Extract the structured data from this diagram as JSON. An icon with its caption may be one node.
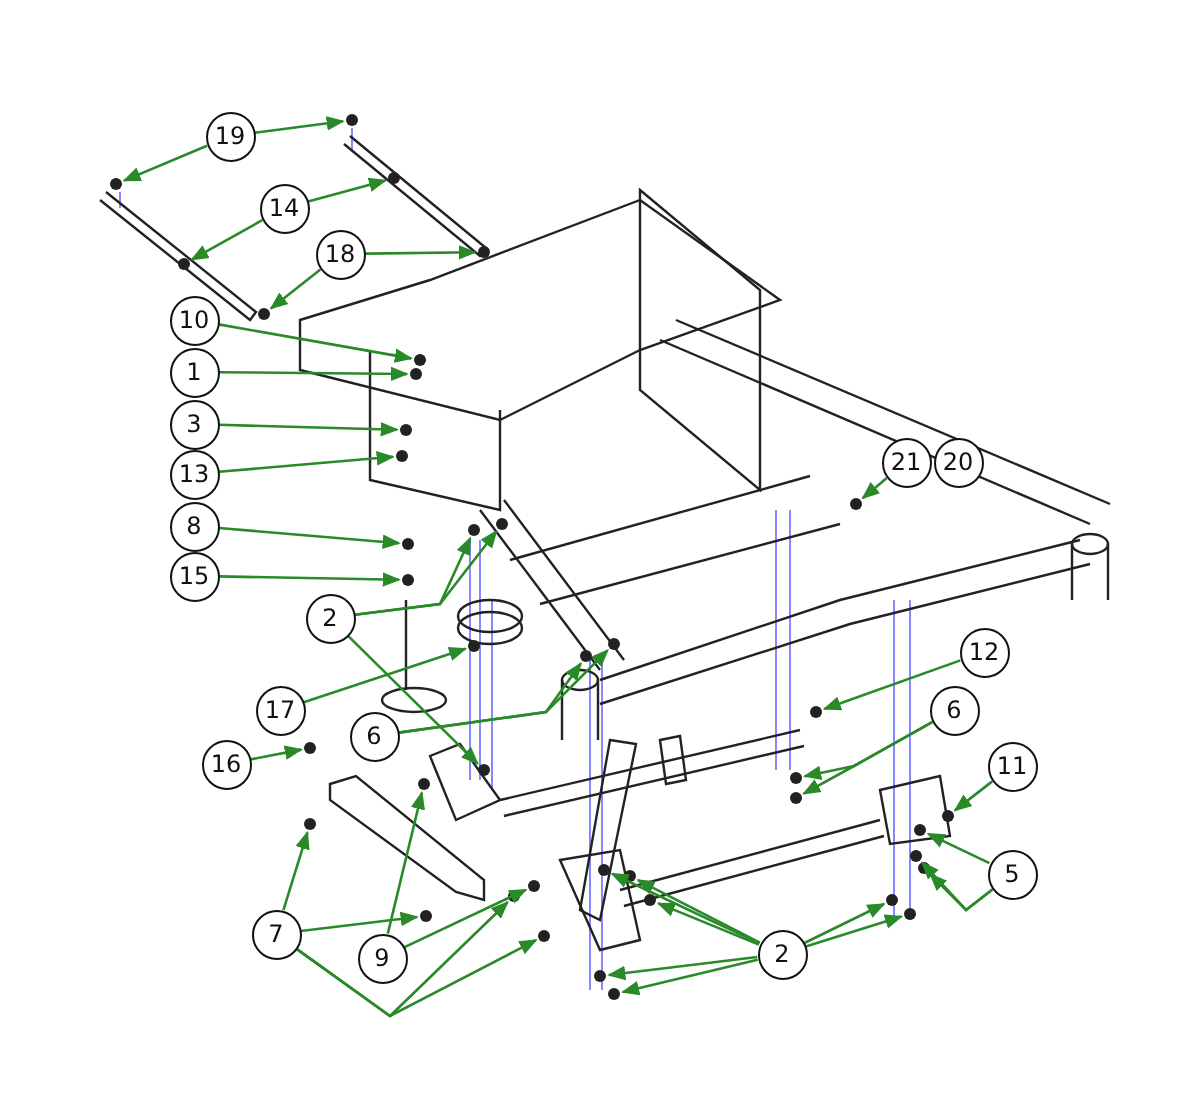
{
  "diagram": {
    "nodes": [
      {
        "text": [
          "19"
        ]
      },
      {
        "text": [
          "14"
        ]
      },
      {
        "text": [
          "18"
        ]
      },
      {
        "text": [
          "10"
        ]
      },
      {
        "text": [
          "1"
        ]
      },
      {
        "text": [
          "3"
        ]
      },
      {
        "text": [
          "13"
        ]
      },
      {
        "text": [
          "21"
        ]
      },
      {
        "text": [
          "20"
        ]
      },
      {
        "text": [
          "8"
        ]
      },
      {
        "text": [
          "15"
        ]
      },
      {
        "text": [
          "2"
        ]
      },
      {
        "text": [
          "12"
        ]
      },
      {
        "text": [
          "17"
        ]
      },
      {
        "text": [
          "6"
        ]
      },
      {
        "text": [
          "6"
        ]
      },
      {
        "text": [
          "16"
        ]
      },
      {
        "text": [
          "11"
        ]
      },
      {
        "text": [
          "5"
        ]
      },
      {
        "text": [
          "7"
        ]
      },
      {
        "text": [
          "9"
        ]
      },
      {
        "text": [
          "2"
        ]
      },
      {
        "text": [],
        "shape": "circle"
      },
      {
        "text": [],
        "shape": "circle"
      },
      {
        "text": [],
        "shape": "circle"
      },
      {
        "text": [],
        "shape": "circle"
      },
      {
        "text": [],
        "shape": "circle"
      },
      {
        "text": [],
        "shape": "circle"
      },
      {
        "text": [],
        "shape": "circle"
      },
      {
        "text": [],
        "shape": "circle"
      },
      {
        "text": [],
        "shape": "circle"
      },
      {
        "text": [],
        "shape": "circle"
      },
      {
        "text": [],
        "shape": "circle"
      },
      {
        "text": [],
        "shape": "circle"
      },
      {
        "text": [],
        "shape": "circle"
      },
      {
        "text": [],
        "shape": "circle"
      },
      {
        "text": [],
        "shape": "circle"
      },
      {
        "text": [],
        "shape": "circle"
      },
      {
        "text": [],
        "shape": "circle"
      },
      {
        "text": [],
        "shape": "circle"
      },
      {
        "text": [],
        "shape": "circle"
      },
      {
        "text": [],
        "shape": "circle"
      },
      {
        "text": [],
        "shape": "circle"
      },
      {
        "text": [],
        "shape": "circle"
      },
      {
        "text": [],
        "shape": "circle"
      },
      {
        "text": [],
        "shape": "circle"
      },
      {
        "text": [],
        "shape": "circle"
      },
      {
        "text": [],
        "shape": "circle"
      },
      {
        "text": [],
        "shape": "circle"
      },
      {
        "text": [],
        "shape": "circle"
      },
      {
        "text": [],
        "shape": "circle"
      },
      {
        "text": [],
        "shape": "circle"
      },
      {
        "text": [],
        "shape": "circle"
      },
      {
        "text": [],
        "shape": "circle"
      },
      {
        "text": [],
        "shape": "circle"
      },
      {
        "text": [],
        "shape": "circle"
      },
      {
        "text": [],
        "shape": "circle"
      },
      {
        "text": [],
        "shape": "circle"
      },
      {
        "text": [],
        "shape": "circle"
      },
      {
        "text": [],
        "shape": "circle"
      },
      {
        "text": [],
        "shape": "circle"
      },
      {
        "text": [],
        "shape": "circle"
      }
    ],
    "edges": [
      {
        "from": 0,
        "to": 22,
        "arrow": "to"
      },
      {
        "from": 0,
        "to": 23,
        "arrow": "to"
      },
      {
        "from": 1,
        "to": 24,
        "arrow": "to"
      },
      {
        "from": 1,
        "to": 25,
        "arrow": "to"
      },
      {
        "from": 2,
        "to": 26,
        "arrow": "to"
      },
      {
        "from": 2,
        "to": 27,
        "arrow": "to"
      },
      {
        "from": 3,
        "to": 28,
        "arrow": "to"
      },
      {
        "from": 4,
        "to": 29,
        "arrow": "to"
      },
      {
        "from": 5,
        "to": 30,
        "arrow": "to"
      },
      {
        "from": 6,
        "to": 31,
        "arrow": "to"
      },
      {
        "from": 7,
        "to": 32,
        "arrow": "to"
      },
      {
        "from": 9,
        "to": 33,
        "arrow": "to"
      },
      {
        "from": 10,
        "to": 34,
        "arrow": "to"
      },
      {
        "from": 11,
        "to": 35,
        "arrow": "to"
      },
      {
        "from": 11,
        "to": 36,
        "arrow": "to"
      },
      {
        "from": 11,
        "to": 37,
        "arrow": "to"
      },
      {
        "from": 12,
        "to": 38,
        "arrow": "to"
      },
      {
        "from": 13,
        "to": 39,
        "arrow": "to"
      },
      {
        "from": 14,
        "to": 40,
        "arrow": "to"
      },
      {
        "from": 14,
        "to": 41,
        "arrow": "to"
      },
      {
        "from": 15,
        "to": 42,
        "arrow": "to"
      },
      {
        "from": 15,
        "to": 43,
        "arrow": "to"
      },
      {
        "from": 16,
        "to": 44,
        "arrow": "to"
      },
      {
        "from": 17,
        "to": 45,
        "arrow": "to"
      },
      {
        "from": 18,
        "to": 46,
        "arrow": "to"
      },
      {
        "from": 18,
        "to": 47,
        "arrow": "to"
      },
      {
        "from": 18,
        "to": 48,
        "arrow": "to"
      },
      {
        "from": 19,
        "to": 49,
        "arrow": "to"
      },
      {
        "from": 19,
        "to": 50,
        "arrow": "to"
      },
      {
        "from": 19,
        "to": 51,
        "arrow": "to"
      },
      {
        "from": 19,
        "to": 52,
        "arrow": "to"
      },
      {
        "from": 20,
        "to": 53,
        "arrow": "to"
      },
      {
        "from": 20,
        "to": 54,
        "arrow": "to"
      },
      {
        "from": 21,
        "to": 55,
        "arrow": "to"
      },
      {
        "from": 21,
        "to": 56,
        "arrow": "to"
      },
      {
        "from": 21,
        "to": 57,
        "arrow": "to"
      },
      {
        "from": 21,
        "to": 58,
        "arrow": "to"
      },
      {
        "from": 21,
        "to": 59,
        "arrow": "to"
      },
      {
        "from": 21,
        "to": 60,
        "arrow": "to"
      },
      {
        "from": 21,
        "to": 61,
        "arrow": "to"
      }
    ]
  }
}
